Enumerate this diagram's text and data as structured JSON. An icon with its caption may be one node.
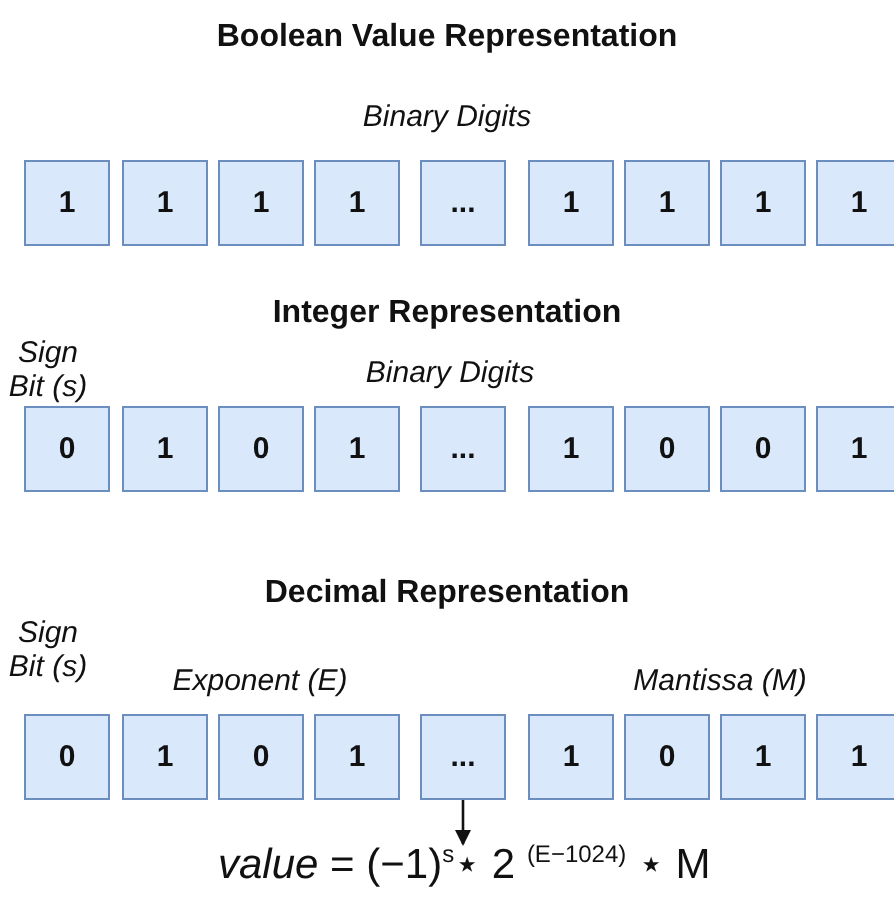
{
  "diagram": {
    "nodes": [
      {
        "text": [
          "1"
        ]
      },
      {
        "text": [
          "1"
        ]
      },
      {
        "text": [
          "1"
        ]
      },
      {
        "text": [
          "1"
        ]
      },
      {
        "text": [
          "..."
        ]
      },
      {
        "text": [
          "1"
        ]
      },
      {
        "text": [
          "1"
        ]
      },
      {
        "text": [
          "1"
        ]
      },
      {
        "text": [
          "1"
        ]
      },
      {
        "text": [
          "0"
        ]
      },
      {
        "text": [
          "1"
        ]
      },
      {
        "text": [
          "0"
        ]
      },
      {
        "text": [
          "1"
        ]
      },
      {
        "text": [
          "..."
        ]
      },
      {
        "text": [
          "1"
        ]
      },
      {
        "text": [
          "0"
        ]
      },
      {
        "text": [
          "0"
        ]
      },
      {
        "text": [
          "1"
        ]
      },
      {
        "text": [
          "0"
        ]
      },
      {
        "text": [
          "1"
        ]
      },
      {
        "text": [
          "0"
        ]
      },
      {
        "text": [
          "1"
        ]
      },
      {
        "text": [
          "..."
        ]
      },
      {
        "text": [
          "1"
        ]
      },
      {
        "text": [
          "0"
        ]
      },
      {
        "text": [
          "1"
        ]
      },
      {
        "text": [
          "1"
        ]
      },
      {
        "text": [
          "*value* = (−1)$^{s}$⋆ 2 $^{(E−1024)}$ ⋆ M"
        ]
      }
    ],
    "edges": [
      {
        "from": 22,
        "to": 27,
        "arrow": "to"
      }
    ],
    "labels": [
      "Boolean Value Representation",
      "Binary Digits",
      "Integer Representation",
      "Sign Bit (s)",
      "Binary Digits",
      "Decimal Representation",
      "Sign Bit (s)",
      "Exponent (E)",
      "Mantissa (M)"
    ]
  }
}
